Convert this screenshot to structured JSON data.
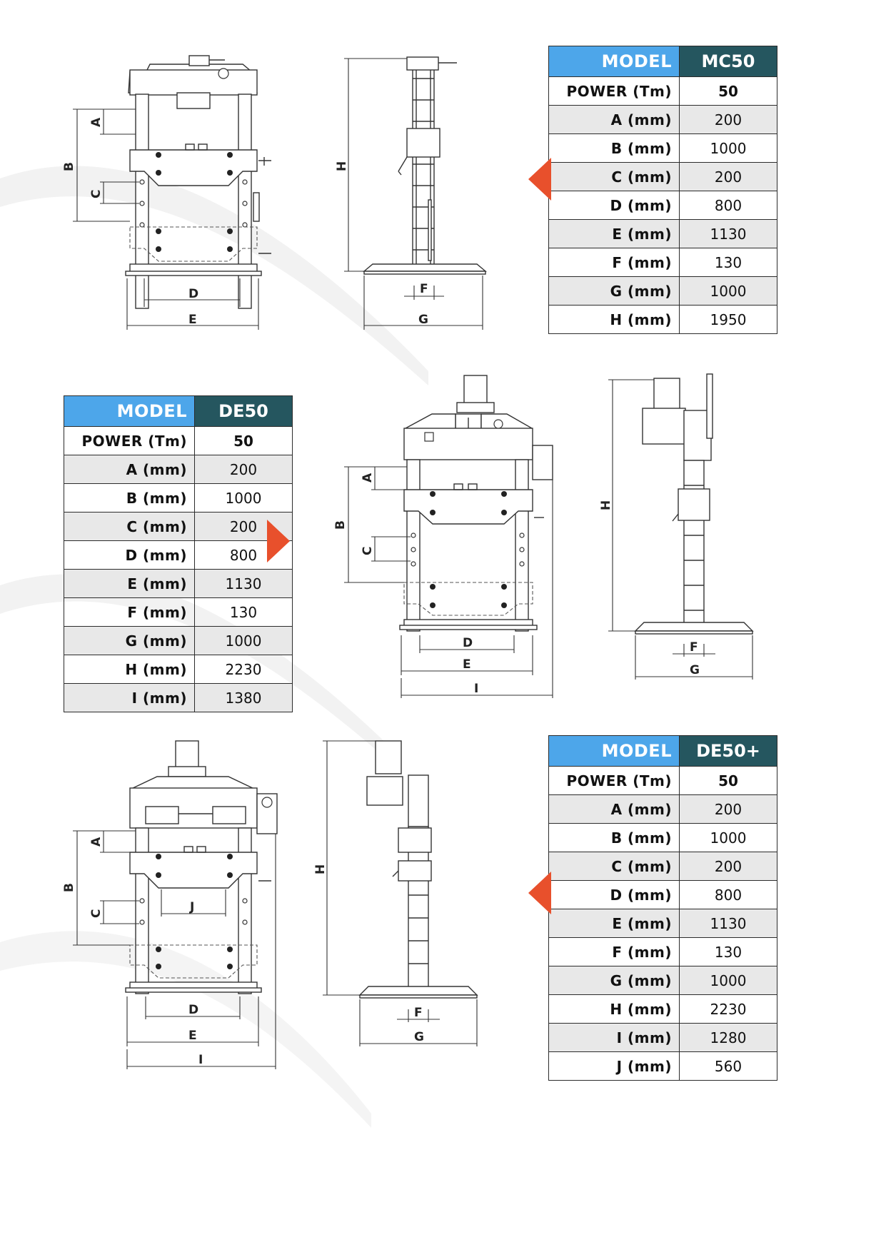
{
  "tables": [
    {
      "model_label": "MODEL",
      "model": "MC50",
      "rows": [
        {
          "label": "POWER (Tm)",
          "value": "50"
        },
        {
          "label": "A (mm)",
          "value": "200"
        },
        {
          "label": "B (mm)",
          "value": "1000"
        },
        {
          "label": "C (mm)",
          "value": "200"
        },
        {
          "label": "D (mm)",
          "value": "800"
        },
        {
          "label": "E (mm)",
          "value": "1130"
        },
        {
          "label": "F (mm)",
          "value": "130"
        },
        {
          "label": "G (mm)",
          "value": "1000"
        },
        {
          "label": "H (mm)",
          "value": "1950"
        }
      ]
    },
    {
      "model_label": "MODEL",
      "model": "DE50",
      "rows": [
        {
          "label": "POWER (Tm)",
          "value": "50"
        },
        {
          "label": "A (mm)",
          "value": "200"
        },
        {
          "label": "B (mm)",
          "value": "1000"
        },
        {
          "label": "C (mm)",
          "value": "200"
        },
        {
          "label": "D (mm)",
          "value": "800"
        },
        {
          "label": "E (mm)",
          "value": "1130"
        },
        {
          "label": "F (mm)",
          "value": "130"
        },
        {
          "label": "G (mm)",
          "value": "1000"
        },
        {
          "label": "H (mm)",
          "value": "2230"
        },
        {
          "label": "I (mm)",
          "value": "1380"
        }
      ]
    },
    {
      "model_label": "MODEL",
      "model": "DE50+",
      "rows": [
        {
          "label": "POWER (Tm)",
          "value": "50"
        },
        {
          "label": "A (mm)",
          "value": "200"
        },
        {
          "label": "B (mm)",
          "value": "1000"
        },
        {
          "label": "C (mm)",
          "value": "200"
        },
        {
          "label": "D (mm)",
          "value": "800"
        },
        {
          "label": "E (mm)",
          "value": "1130"
        },
        {
          "label": "F (mm)",
          "value": "130"
        },
        {
          "label": "G (mm)",
          "value": "1000"
        },
        {
          "label": "H (mm)",
          "value": "2230"
        },
        {
          "label": "I (mm)",
          "value": "1280"
        },
        {
          "label": "J (mm)",
          "value": "560"
        }
      ]
    }
  ],
  "dimension_letters": {
    "a": "A",
    "b": "B",
    "c": "C",
    "d": "D",
    "e": "E",
    "f": "F",
    "g": "G",
    "h": "H",
    "i": "I",
    "j": "J"
  },
  "colors": {
    "header_left": "#4da6ea",
    "header_right": "#25565f",
    "marker": "#e8502c",
    "row_alt": "#e8e8e8"
  }
}
